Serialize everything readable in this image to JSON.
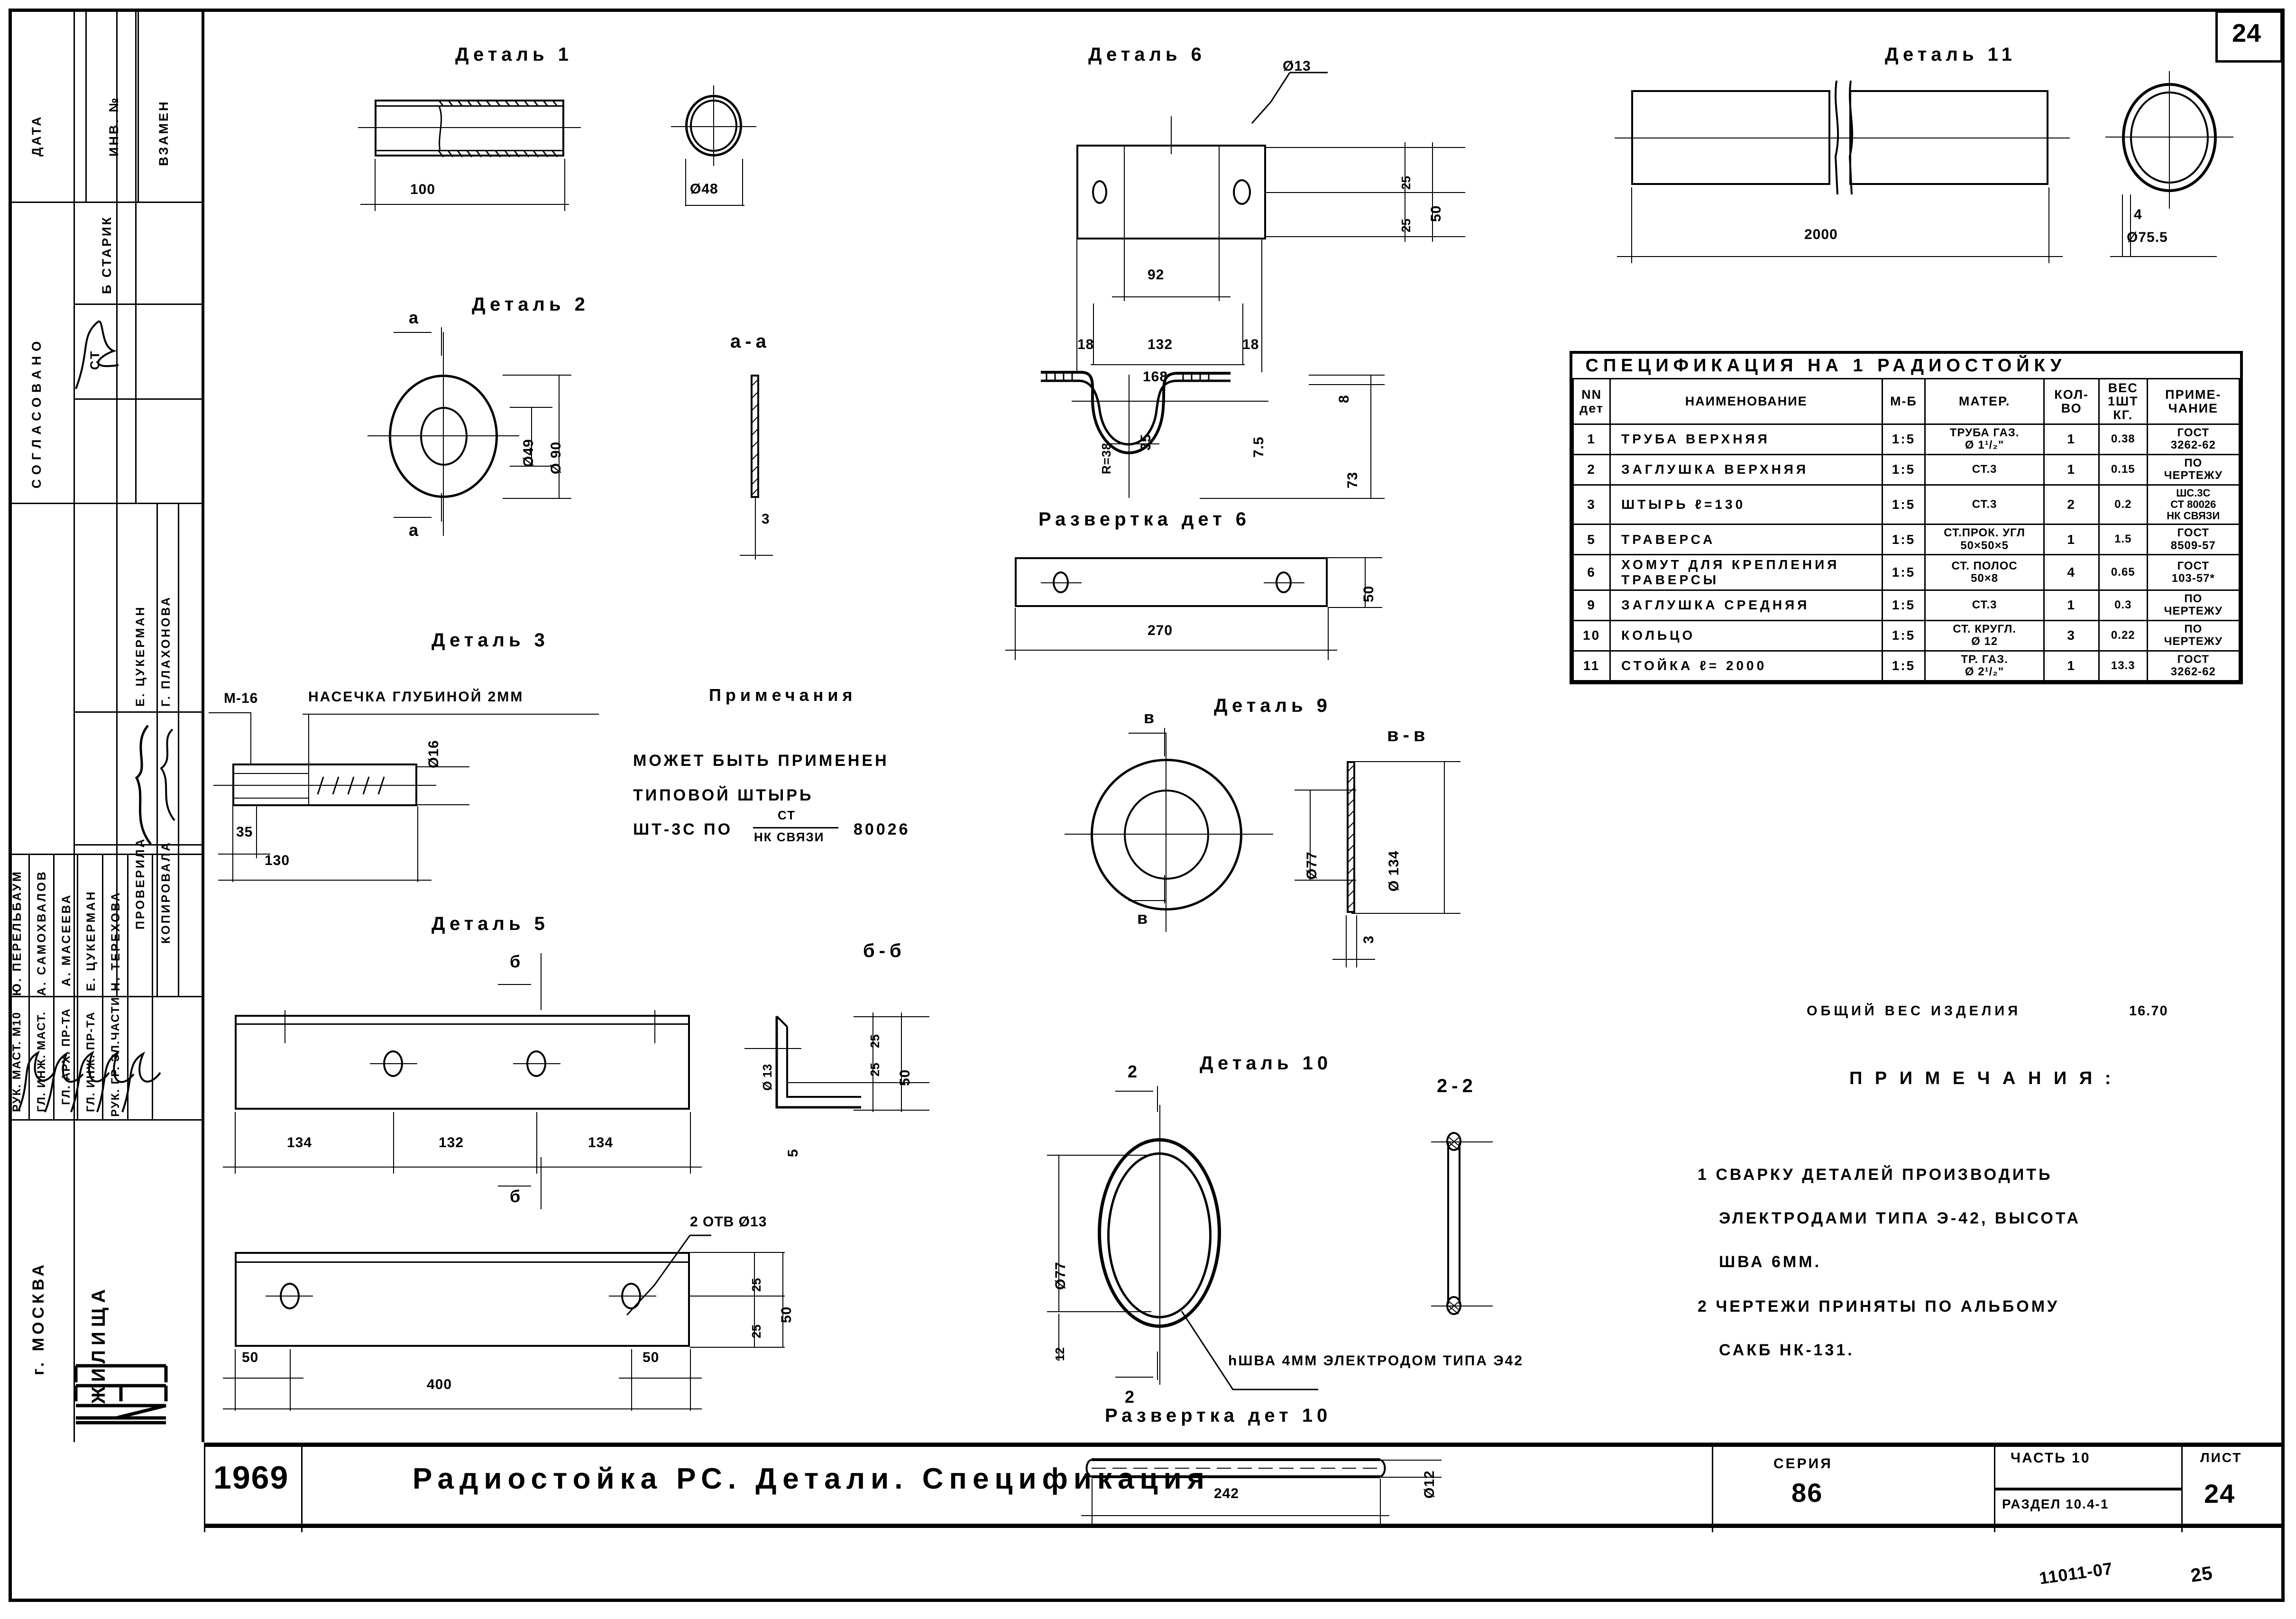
{
  "sheet": {
    "sheet_corner_number": "24",
    "bottom_right_code": "11011-07",
    "bottom_right_page": "25"
  },
  "sidebar": {
    "col_labels": [
      "ДАТА",
      "ИНВ. №",
      "ВЗАМЕН"
    ],
    "soglasovano": "СОГЛАСОВАНО",
    "st": "СТ",
    "b_starik": "Б СТАРИК",
    "names": [
      "Ю. ПЕРЕЛЬБАУМ",
      "А. САМОХВАЛОВ",
      "А. МАСЕЕВА",
      "Е. ЦУКЕРМАН",
      "Н. ТЕРЕХОВА"
    ],
    "roles": [
      "РУК. МАСТ. М10",
      "ГЛ. ИНЖ. МАСТ.",
      "ГЛ. АРХ. ПР-ТА",
      "ГЛ. ИНЖ. ПР-ТА",
      "РУК. ГР. ЭЛ.ЧАСТИ"
    ],
    "right_names": [
      "Е. ЦУКЕРМАН",
      "Г. ПЛАХОНОВА"
    ],
    "right_roles": [
      "ПРОВЕРИЛА",
      "КОПИРОВАЛА"
    ],
    "city": "г. МОСКВА",
    "org": "ЖИЛИЩА",
    "logo": "ЦНИИЭП"
  },
  "details": {
    "d1": {
      "title": "Деталь 1",
      "len": "100",
      "dia": "Ø48"
    },
    "d2": {
      "title": "Деталь 2",
      "section_mark": "а",
      "section_title": "а-а",
      "inner_dia": "Ø49",
      "outer_dia": "Ø 90",
      "thickness": "3"
    },
    "d3": {
      "title": "Деталь 3",
      "thread": "М-16",
      "knurl": "НАСЕЧКА ГЛУБИНОЙ 2ММ",
      "dia": "Ø16",
      "l1": "35",
      "l2": "130"
    },
    "d5": {
      "title": "Деталь 5",
      "section_mark": "б",
      "section_title": "б-б",
      "top_dims": [
        "134",
        "132",
        "134"
      ],
      "hole_dia": "Ø 13",
      "v_dims": [
        "25",
        "25",
        "50"
      ],
      "thickness": "5",
      "bottom_note": "2 ОТВ Ø13",
      "bottom_dims": [
        "50",
        "50"
      ],
      "bottom_total": "400",
      "bottom_v": [
        "25",
        "25",
        "50"
      ]
    },
    "d6": {
      "title": "Деталь 6",
      "hole_dia": "Ø13",
      "dim92": "92",
      "dims": [
        "18",
        "132",
        "18"
      ],
      "total": "168",
      "v_dims": [
        "25",
        "25",
        "50"
      ],
      "bend_r": "R=38",
      "bend_35": "35",
      "bend_75": "7.5",
      "bend_8": "8",
      "bend_73": "73",
      "razvertka_title": "Развертка дет 6",
      "razvertka_len": "270",
      "razvertka_h": "50"
    },
    "d9": {
      "title": "Деталь 9",
      "section_mark": "в",
      "section_title": "в-в",
      "inner_dia": "Ø77",
      "outer_dia": "Ø 134",
      "thickness": "3"
    },
    "d10": {
      "title": "Деталь 10",
      "section_mark": "2",
      "section_title": "2-2",
      "dia": "Ø77",
      "rod": "12",
      "weld_note": "hШВА 4ММ ЭЛЕКТРОДОМ ТИПА Э42",
      "razvertka_title": "Развертка дет 10",
      "razvertka_len": "242",
      "razvertka_d": "Ø12"
    },
    "d11": {
      "title": "Деталь 11",
      "len": "2000",
      "dia": "Ø75.5",
      "wall": "4"
    }
  },
  "primechaniya_left": {
    "title": "Примечания",
    "line1": "МОЖЕТ БЫТЬ ПРИМЕНЕН",
    "line2": "ТИПОВОЙ   ШТЫРЬ",
    "line3a": "ШТ-3С ПО",
    "line3b_num": "СТ",
    "line3b_den": "НК СВЯЗИ",
    "line3c": "80026"
  },
  "spec": {
    "title": "СПЕЦИФИКАЦИЯ     НА   1 РАДИОСТОЙКУ",
    "headers": [
      "NN дет",
      "НАИМЕНОВАНИЕ",
      "М-Б",
      "МАТЕР.",
      "КОЛ-ВО",
      "ВЕС 1ШТ КГ.",
      "ПРИМЕ-ЧАНИЕ"
    ],
    "header_parts": {
      "nn": "NN",
      "det": "дет",
      "name": "НАИМЕНОВАНИЕ",
      "mb": "М-Б",
      "mat": "МАТЕР.",
      "kol": "КОЛ-",
      "vo": "ВО",
      "ves": "ВЕС",
      "sht": "1ШТ",
      "kg": "КГ.",
      "prim1": "ПРИМЕ-",
      "prim2": "ЧАНИЕ"
    },
    "rows": [
      {
        "no": "1",
        "name": "ТРУБА   ВЕРХНЯЯ",
        "mb": "1:5",
        "mat": "ТРУБА ГАЗ.\nØ 1¹/₂\"",
        "qty": "1",
        "weight": "0.38",
        "note": "ГОСТ\n3262-62"
      },
      {
        "no": "2",
        "name": "ЗАГЛУШКА ВЕРХНЯЯ",
        "mb": "1:5",
        "mat": "СТ.3",
        "qty": "1",
        "weight": "0.15",
        "note": "ПО\nЧЕРТЕЖУ"
      },
      {
        "no": "3",
        "name": "ШТЫРЬ       ℓ=130",
        "mb": "1:5",
        "mat": "СТ.3",
        "qty": "2",
        "weight": "0.2",
        "note": "ШС.3С\nСТ   80026\nНК СВЯЗИ"
      },
      {
        "no": "5",
        "name": "ТРАВЕРСА",
        "mb": "1:5",
        "mat": "СТ.ПРОК. УГЛ\n50×50×5",
        "qty": "1",
        "weight": "1.5",
        "note": "ГОСТ\n8509-57"
      },
      {
        "no": "6",
        "name": "ХОМУТ ДЛЯ КРЕПЛЕНИЯ\nТРАВЕРСЫ",
        "mb": "1:5",
        "mat": "СТ. ПОЛОС\n50×8",
        "qty": "4",
        "weight": "0.65",
        "note": "ГОСТ\n103-57*"
      },
      {
        "no": "9",
        "name": "ЗАГЛУШКА СРЕДНЯЯ",
        "mb": "1:5",
        "mat": "СТ.3",
        "qty": "1",
        "weight": "0.3",
        "note": "ПО\nЧЕРТЕЖУ"
      },
      {
        "no": "10",
        "name": "КОЛЬЦО",
        "mb": "1:5",
        "mat": "СТ. КРУГЛ.\nØ 12",
        "qty": "3",
        "weight": "0.22",
        "note": "ПО\nЧЕРТЕЖУ"
      },
      {
        "no": "11",
        "name": "СТОЙКА   ℓ= 2000",
        "mb": "1:5",
        "mat": "ТР. ГАЗ.\nØ 2¹/₂\"",
        "qty": "1",
        "weight": "13.3",
        "note": "ГОСТ\n3262-62"
      }
    ],
    "total_label": "ОБЩИЙ  ВЕС  ИЗДЕЛИЯ",
    "total_value": "16.70"
  },
  "notes": {
    "title": "П Р И М Е Ч А Н И Я :",
    "items": [
      "1 СВАРКУ   ДЕТАЛЕЙ ПРОИЗВОДИТЬ",
      "ЭЛЕКТРОДАМИ ТИПА Э-42, ВЫСОТА",
      "ШВА  6ММ.",
      "2 ЧЕРТЕЖИ ПРИНЯТЫ   ПО  АЛЬБОМУ",
      "САКБ НК-131."
    ]
  },
  "titleblock": {
    "year": "1969",
    "title": "Радиостойка РС. Детали. Спецификация",
    "seria_label": "СЕРИЯ",
    "seria_value": "86",
    "chast_label": "ЧАСТЬ 10",
    "razdel_label": "РАЗДЕЛ 10.4-1",
    "list_label": "ЛИСТ",
    "list_value": "24"
  }
}
